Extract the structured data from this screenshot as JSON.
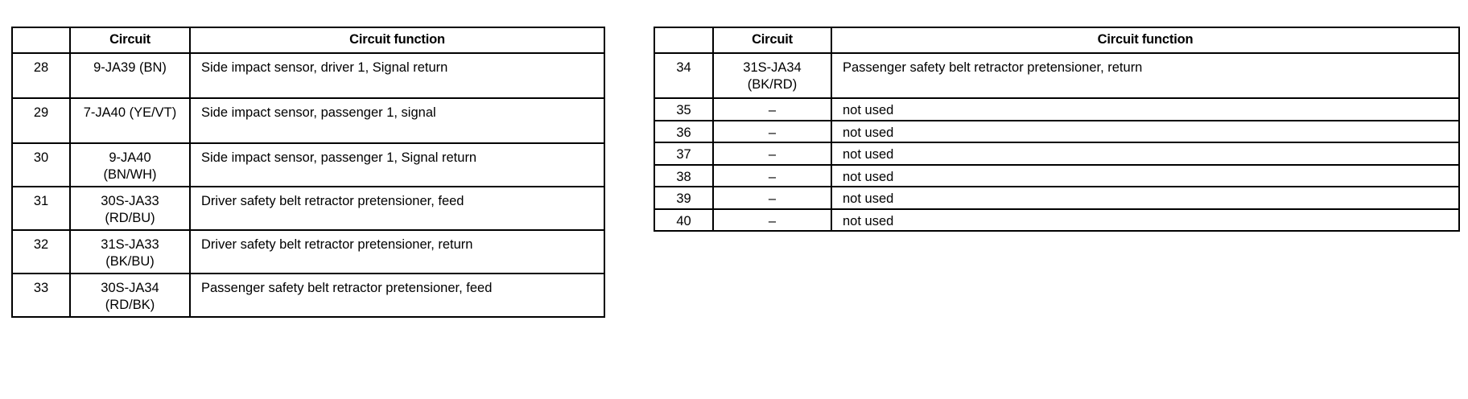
{
  "document": {
    "type": "connector-pin-out-table",
    "columns": [
      "",
      "Circuit",
      "Circuit function"
    ]
  },
  "tables": [
    {
      "id": "left",
      "header": {
        "col_blank": "",
        "col_circuit": "Circuit",
        "col_function": "Circuit function"
      },
      "rows": [
        {
          "number": "28",
          "circuit_line1": "9-JA39 (BN)",
          "circuit_line2": "",
          "function": "Side impact sensor, driver 1, Signal return"
        },
        {
          "number": "29",
          "circuit_line1": "7-JA40 (YE/VT)",
          "circuit_line2": "",
          "function": "Side impact sensor, passenger 1, signal"
        },
        {
          "number": "30",
          "circuit_line1": "9-JA40",
          "circuit_line2": "(BN/WH)",
          "function": "Side impact sensor, passenger 1, Signal return"
        },
        {
          "number": "31",
          "circuit_line1": "30S-JA33",
          "circuit_line2": "(RD/BU)",
          "function": "Driver safety belt retractor pretensioner, feed"
        },
        {
          "number": "32",
          "circuit_line1": "31S-JA33",
          "circuit_line2": "(BK/BU)",
          "function": "Driver safety belt retractor pretensioner, return"
        },
        {
          "number": "33",
          "circuit_line1": "30S-JA34",
          "circuit_line2": "(RD/BK)",
          "function": "Passenger safety belt retractor pretensioner, feed"
        }
      ]
    },
    {
      "id": "right",
      "header": {
        "col_blank": "",
        "col_circuit": "Circuit",
        "col_function": "Circuit function"
      },
      "rows": [
        {
          "number": "34",
          "circuit_line1": "31S-JA34",
          "circuit_line2": "(BK/RD)",
          "function": "Passenger safety belt retractor pretensioner, return"
        },
        {
          "number": "35",
          "circuit_line1": "–",
          "circuit_line2": "",
          "function": "not used"
        },
        {
          "number": "36",
          "circuit_line1": "–",
          "circuit_line2": "",
          "function": "not used"
        },
        {
          "number": "37",
          "circuit_line1": "–",
          "circuit_line2": "",
          "function": "not used"
        },
        {
          "number": "38",
          "circuit_line1": "–",
          "circuit_line2": "",
          "function": "not used"
        },
        {
          "number": "39",
          "circuit_line1": "–",
          "circuit_line2": "",
          "function": "not used"
        },
        {
          "number": "40",
          "circuit_line1": "–",
          "circuit_line2": "",
          "function": "not used"
        }
      ]
    }
  ],
  "colors": {
    "ink": "#000000",
    "paper": "#ffffff"
  }
}
